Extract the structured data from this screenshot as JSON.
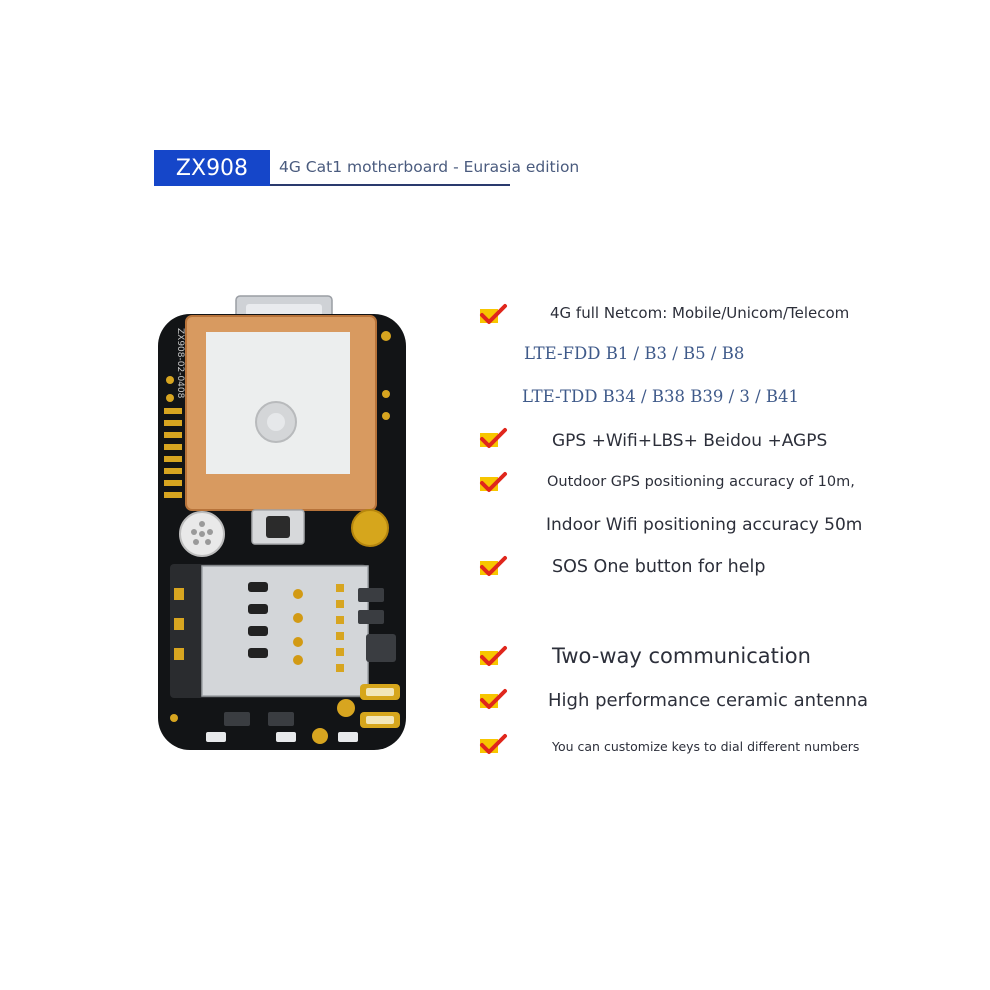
{
  "header": {
    "model": "ZX908",
    "subtitle": "4G Cat1 motherboard - Eurasia edition",
    "badge_color": "#1546c9"
  },
  "board": {
    "silkscreen": "ZX908-02-0408"
  },
  "features": [
    {
      "text": "4G full Netcom: Mobile/Unicom/Telecom",
      "checked": true
    },
    {
      "text": "LTE-FDD B1 / B3 / B5 / B8",
      "checked": false
    },
    {
      "text": "LTE-TDD B34 / B38 B39 / 3 / B41",
      "checked": false
    },
    {
      "text": "GPS +Wifi+LBS+ Beidou +AGPS",
      "checked": true
    },
    {
      "text": "Outdoor GPS positioning accuracy of 10m,",
      "checked": true
    },
    {
      "text": "Indoor Wifi positioning accuracy 50m",
      "checked": false
    },
    {
      "text": "SOS One button for help",
      "checked": true
    },
    {
      "text": "Two-way communication",
      "checked": true
    },
    {
      "text": "High performance ceramic antenna",
      "checked": true
    },
    {
      "text": "You can customize keys to dial different numbers",
      "checked": true
    }
  ],
  "icons": {
    "check": "checkmark-icon",
    "check_color": "#e0261c",
    "check_bg": "#f7c600"
  }
}
